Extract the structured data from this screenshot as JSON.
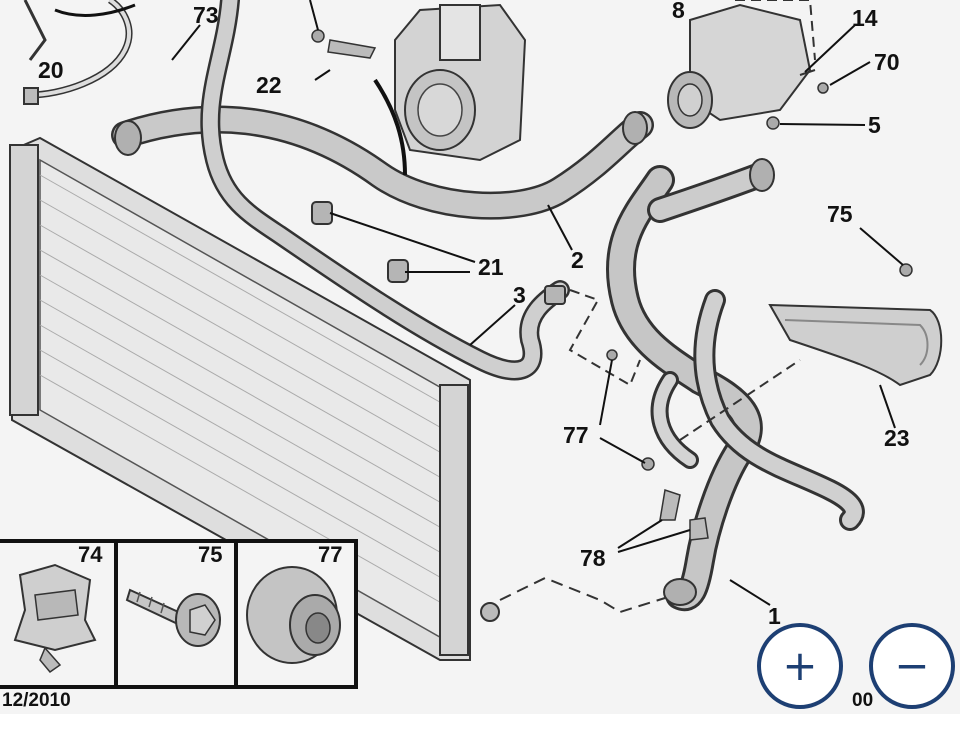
{
  "diagram": {
    "callouts": {
      "c73": "73",
      "c20": "20",
      "c22": "22",
      "c8": "8",
      "c14": "14",
      "c70": "70",
      "c5": "5",
      "c75": "75",
      "c21": "21",
      "c2": "2",
      "c3": "3",
      "c77": "77",
      "c23": "23",
      "c78": "78",
      "c1": "1"
    },
    "inset": {
      "items": [
        {
          "label": "74"
        },
        {
          "label": "75"
        },
        {
          "label": "77"
        }
      ]
    },
    "footer": {
      "date": "12/2010",
      "reference": "00"
    }
  },
  "zoom": {
    "in_icon": "+",
    "out_icon": "−"
  },
  "colors": {
    "zoom_ring": "#1d3f73",
    "line_art": "#333333",
    "part_fill": "#c8c8c8",
    "background": "#f4f4f4"
  }
}
